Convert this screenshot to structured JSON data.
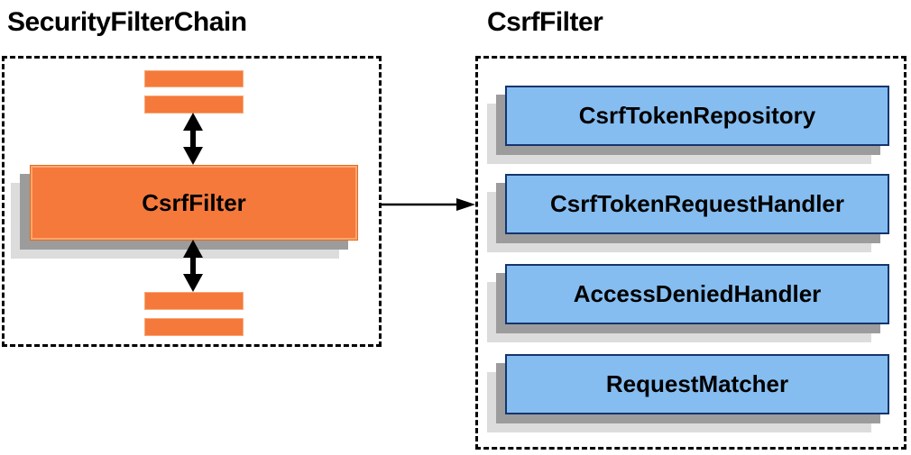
{
  "diagram": {
    "left": {
      "title": "SecurityFilterChain",
      "filter_box_label": "CsrfFilter"
    },
    "right": {
      "title": "CsrfFilter",
      "components": [
        {
          "label": "CsrfTokenRepository"
        },
        {
          "label": "CsrfTokenRequestHandler"
        },
        {
          "label": "AccessDeniedHandler"
        },
        {
          "label": "RequestMatcher"
        }
      ]
    },
    "colors": {
      "orange_fill": "#f4793b",
      "orange_border_light": "#f9a873",
      "orange_border_dark": "#e8681a",
      "blue_fill": "#85bdf0",
      "blue_border": "#15356e",
      "shadow_dark": "#9c9c9c",
      "shadow_light": "#dcdcdc",
      "arrow": "#000000",
      "text": "#000000"
    }
  }
}
